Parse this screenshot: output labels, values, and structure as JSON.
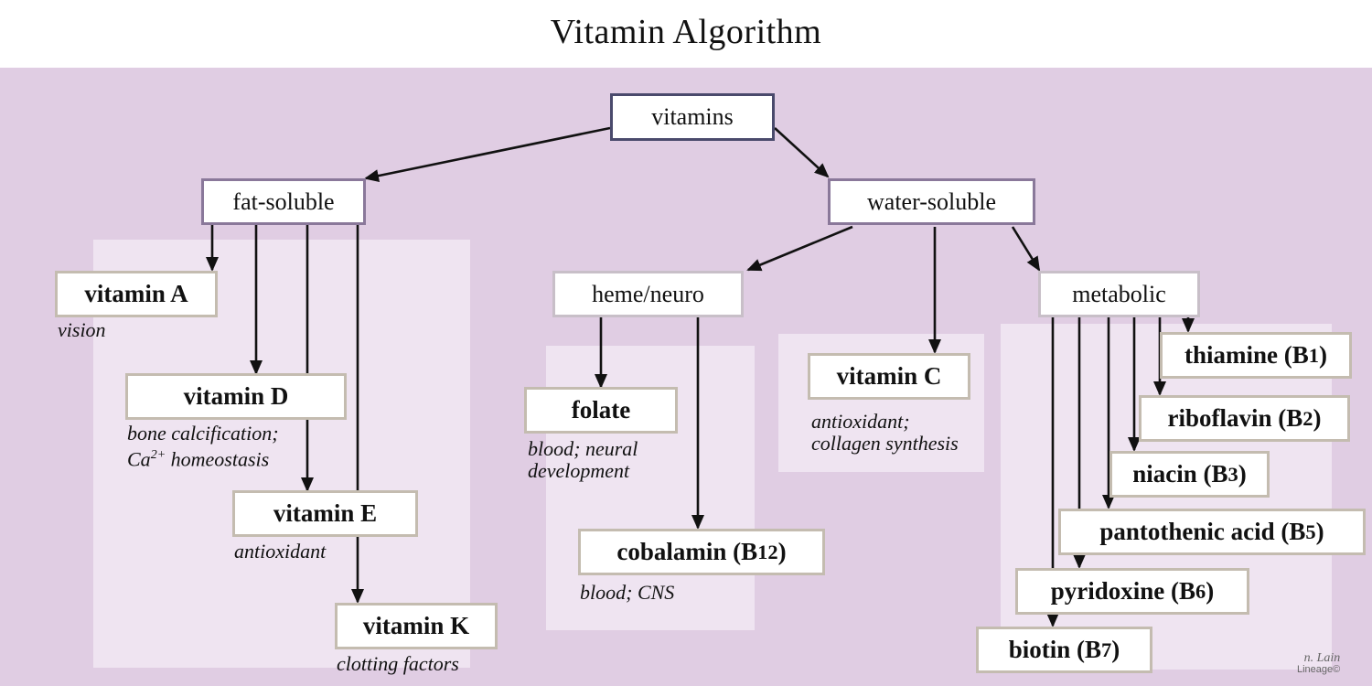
{
  "title": "Vitamin Algorithm",
  "colors": {
    "background": "#e0cde3",
    "panel": "#efe4f1",
    "root_border": "#4a4a6c",
    "category_border": "#8a789a",
    "vitamin_border": "#c4bcb0"
  },
  "nodes": {
    "vitamins": "vitamins",
    "fat_soluble": "fat-soluble",
    "water_soluble": "water-soluble",
    "heme_neuro": "heme/neuro",
    "metabolic": "metabolic",
    "vitamin_a": "vitamin A",
    "vitamin_d": "vitamin D",
    "vitamin_e": "vitamin E",
    "vitamin_k": "vitamin K",
    "folate": "folate",
    "cobalamin": "cobalamin (B",
    "cobalamin_sub": "12",
    "vitamin_c": "vitamin C",
    "thiamine": "thiamine (B",
    "thiamine_sub": "1",
    "riboflavin": "riboflavin (B",
    "riboflavin_sub": "2",
    "niacin": "niacin (B",
    "niacin_sub": "3",
    "pantothenic": "pantothenic acid (B",
    "pantothenic_sub": "5",
    "pyridoxine": "pyridoxine (B",
    "pyridoxine_sub": "6",
    "biotin": "biotin (B",
    "biotin_sub": "7",
    "close_paren": ")"
  },
  "descriptions": {
    "vitamin_a": "vision",
    "vitamin_d_1": "bone calcification;",
    "vitamin_d_2": "Ca",
    "vitamin_d_2_sup": "2+",
    "vitamin_d_2_rest": " homeostasis",
    "vitamin_e": "antioxidant",
    "vitamin_k": "clotting factors",
    "folate_1": "blood; neural",
    "folate_2": "development",
    "cobalamin": "blood; CNS",
    "vitamin_c_1": "antioxidant;",
    "vitamin_c_2": "collagen synthesis"
  },
  "signature": {
    "name": "n. Lain",
    "brand": "Lineage"
  }
}
